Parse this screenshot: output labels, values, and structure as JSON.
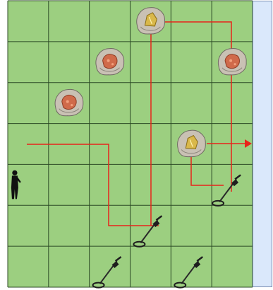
{
  "colors": {
    "grass": "#9ccf80",
    "grid_line": "#2b4a25",
    "path_red": "#e8241a",
    "side_panel": "#dae8fb",
    "side_panel_border": "#7c8fb3",
    "rock": "#c9c1b4",
    "copper_ore": "#d06a4a",
    "gold_ore": "#d9b84a"
  },
  "grid": {
    "columns": 6,
    "rows": 7
  },
  "items": {
    "copper_ores": [
      {
        "col": 2,
        "row": 1
      },
      {
        "col": 1,
        "row": 2
      },
      {
        "col": 5,
        "row": 1
      }
    ],
    "gold_ores": [
      {
        "col": 3,
        "row": 0
      },
      {
        "col": 4,
        "row": 3
      }
    ],
    "metal_detectors": [
      {
        "col": 5,
        "row": 4
      },
      {
        "col": 3,
        "row": 5
      },
      {
        "col": 2,
        "row": 6
      },
      {
        "col": 4,
        "row": 6
      }
    ],
    "player": {
      "col": 0,
      "row": 4
    }
  },
  "icons": {
    "player": "person-silhouette-icon",
    "detector": "metal-detector-icon",
    "copper": "copper-ore-rock-icon",
    "gold": "gold-ore-rock-icon",
    "exit": "red-arrow-icon"
  }
}
